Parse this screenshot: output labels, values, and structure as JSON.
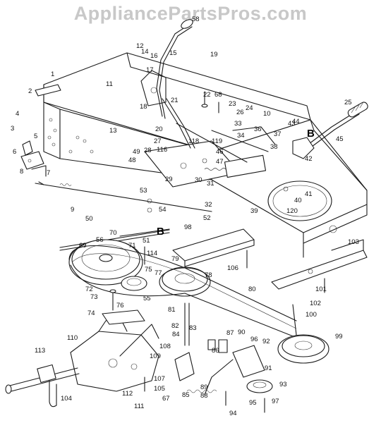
{
  "watermark": "AppliancePartsPros.com",
  "callouts": [
    "1",
    "2",
    "3",
    "4",
    "5",
    "6",
    "7",
    "8",
    "9",
    "10",
    "11",
    "12",
    "13",
    "14",
    "15",
    "16",
    "17",
    "18",
    "19",
    "20",
    "21",
    "22",
    "23",
    "24",
    "25",
    "26",
    "27",
    "28",
    "29",
    "30",
    "31",
    "32",
    "33",
    "34",
    "36",
    "37",
    "38",
    "39",
    "40",
    "41",
    "42",
    "43",
    "44",
    "45",
    "46",
    "47",
    "48",
    "49",
    "50",
    "51",
    "52",
    "53",
    "54",
    "55",
    "56",
    "58",
    "67",
    "68",
    "69",
    "70",
    "71",
    "72",
    "73",
    "74",
    "75",
    "76",
    "77",
    "78",
    "79",
    "80",
    "81",
    "82",
    "83",
    "84",
    "85",
    "86",
    "87",
    "88",
    "89",
    "90",
    "91",
    "92",
    "93",
    "94",
    "95",
    "96",
    "97",
    "98",
    "99",
    "100",
    "101",
    "102",
    "103",
    "104",
    "105",
    "106",
    "107",
    "108",
    "109",
    "110",
    "111",
    "112",
    "113",
    "114",
    "116",
    "118",
    "119",
    "120"
  ],
  "reference_mark": "B",
  "palette": {
    "line": "#1a1a1a",
    "watermark": "#c8c8c8",
    "background": "#ffffff"
  }
}
